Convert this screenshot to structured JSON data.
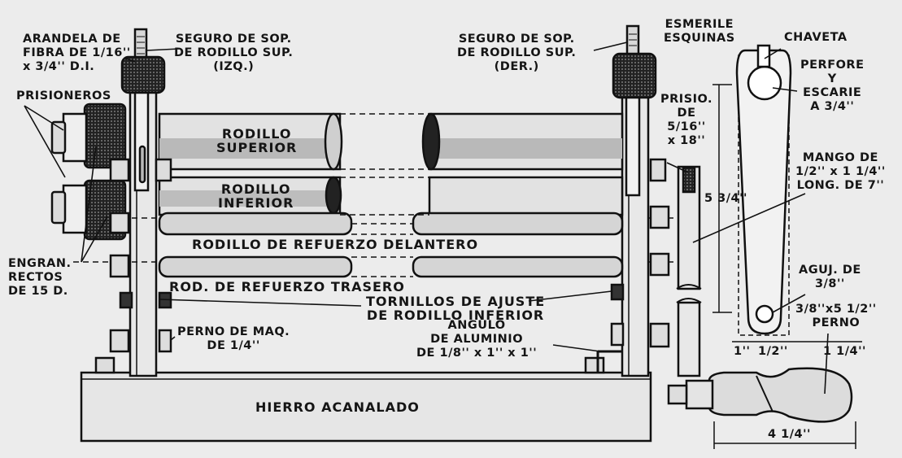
{
  "labels": {
    "arandela": "ARANDELA DE\nFIBRA DE 1/16''\nx 3/4'' D.I.",
    "prisioneros": "PRISIONEROS",
    "engranajes": "ENGRAN.\nRECTOS\nDE 15 D.",
    "seguro_izq": "SEGURO DE SOP.\nDE RODILLO SUP.\n(IZQ.)",
    "seguro_der": "SEGURO DE SOP.\nDE RODILLO SUP.\n(DER.)",
    "esmerile": "ESMERILE\nESQUINAS",
    "chaveta": "CHAVETA",
    "perfore": "PERFORE\nY\nESCARIE\nA 3/4''",
    "prisionero_dim": "PRISIO.\nDE\n5/16''\nx 18''",
    "mango": "MANGO DE\n1/2'' x 1 1/4''\nLONG. DE 7''",
    "dim_534": "5 3/4''",
    "aguj": "AGUJ. DE\n3/8''",
    "perno_dim": "3/8''x5 1/2''\nPERNO",
    "dim_1": "1''",
    "dim_half": "1/2''",
    "dim_114": "1 1/4''",
    "dim_414": "4 1/4''",
    "rodillo_superior": "RODILLO\nSUPERIOR",
    "rodillo_inferior": "RODILLO\nINFERIOR",
    "refuerzo_delantero": "RODILLO DE REFUERZO DELANTERO",
    "refuerzo_trasero": "ROD. DE REFUERZO TRASERO",
    "tornillos": "TORNILLOS DE AJUSTE\nDE RODILLO INFERIOR",
    "perno_maq": "PERNO DE MAQ.\nDE 1/4''",
    "angulo": "ANGULO\nDE ALUMINIO\nDE 1/8'' x 1'' x 1''",
    "hierro": "HIERRO ACANALADO"
  }
}
